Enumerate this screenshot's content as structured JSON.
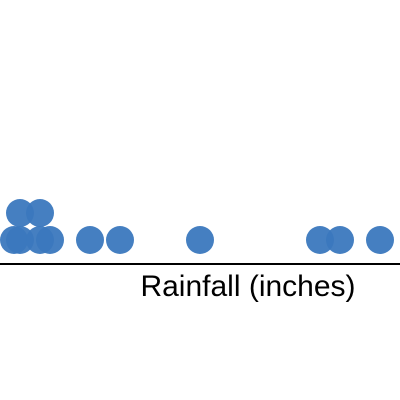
{
  "chart_data": {
    "type": "scatter",
    "subtype": "dot-plot",
    "title": "",
    "xlabel": "Rainfall (inches)",
    "ylabel": "",
    "xlim": [
      0,
      20
    ],
    "grid": false,
    "legend": "none",
    "color": "#3b78be",
    "points": [
      {
        "x": 0.7,
        "stack": 1
      },
      {
        "x": 1.0,
        "stack": 1
      },
      {
        "x": 1.0,
        "stack": 2
      },
      {
        "x": 2.0,
        "stack": 1
      },
      {
        "x": 2.0,
        "stack": 2
      },
      {
        "x": 2.5,
        "stack": 1
      },
      {
        "x": 4.5,
        "stack": 1
      },
      {
        "x": 6.0,
        "stack": 1
      },
      {
        "x": 10.0,
        "stack": 1
      },
      {
        "x": 16.0,
        "stack": 1
      },
      {
        "x": 17.0,
        "stack": 1
      },
      {
        "x": 19.0,
        "stack": 1
      }
    ]
  }
}
